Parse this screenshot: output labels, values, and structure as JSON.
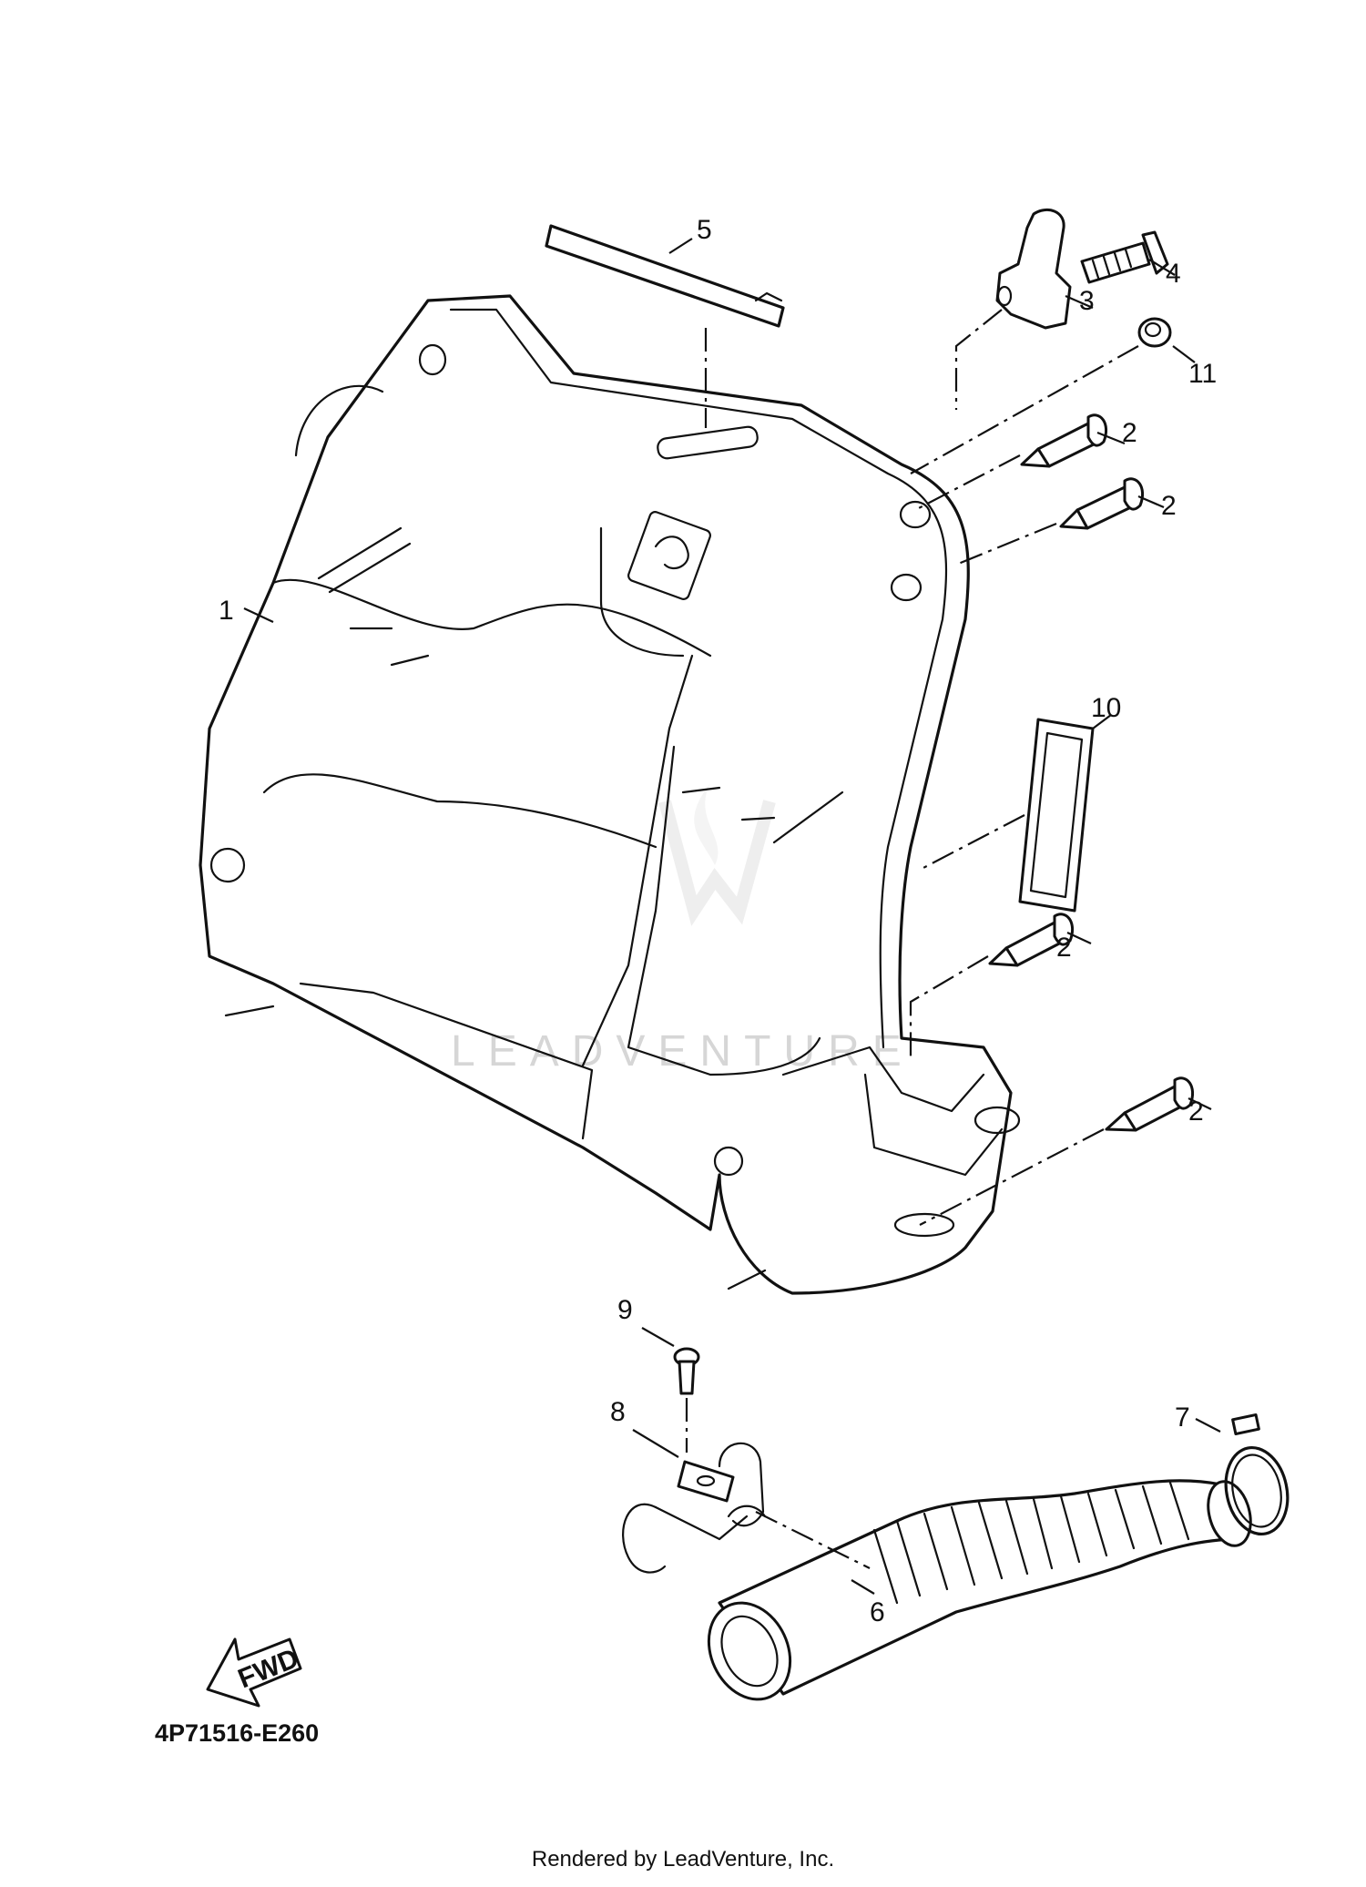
{
  "diagram": {
    "drawing_code": "4P71516-E260",
    "fwd_label": "FWD",
    "footer": "Rendered by LeadVenture, Inc.",
    "watermark": "LEADVENTURE",
    "callouts": [
      "1",
      "2",
      "2",
      "2",
      "2",
      "3",
      "4",
      "5",
      "6",
      "7",
      "8",
      "9",
      "10",
      "11"
    ]
  }
}
